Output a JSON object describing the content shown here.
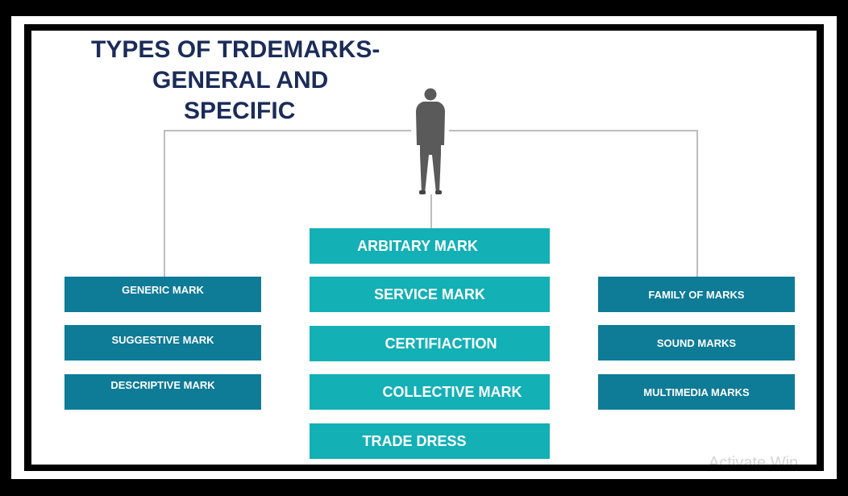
{
  "title": {
    "line1": "TYPES OF TRDEMARKS-",
    "line2": "GENERAL AND",
    "line3": "SPECIFIC"
  },
  "icons": {
    "person": "person-silhouette-icon"
  },
  "left_items": [
    "GENERIC MARK",
    "SUGGESTIVE MARK",
    "DESCRIPTIVE MARK"
  ],
  "center_items": [
    "ARBITARY MARK",
    "SERVICE MARK",
    "CERTIFIACTION",
    "COLLECTIVE MARK",
    "TRADE DRESS"
  ],
  "right_items": [
    "FAMILY OF MARKS",
    "SOUND MARKS",
    "MULTIMEDIA MARKS"
  ],
  "watermark": "Activate Win",
  "colors": {
    "title": "#1b2c58",
    "side_box": "#0e7b97",
    "center_box": "#13b0b6",
    "connector": "#bdbdbd"
  }
}
